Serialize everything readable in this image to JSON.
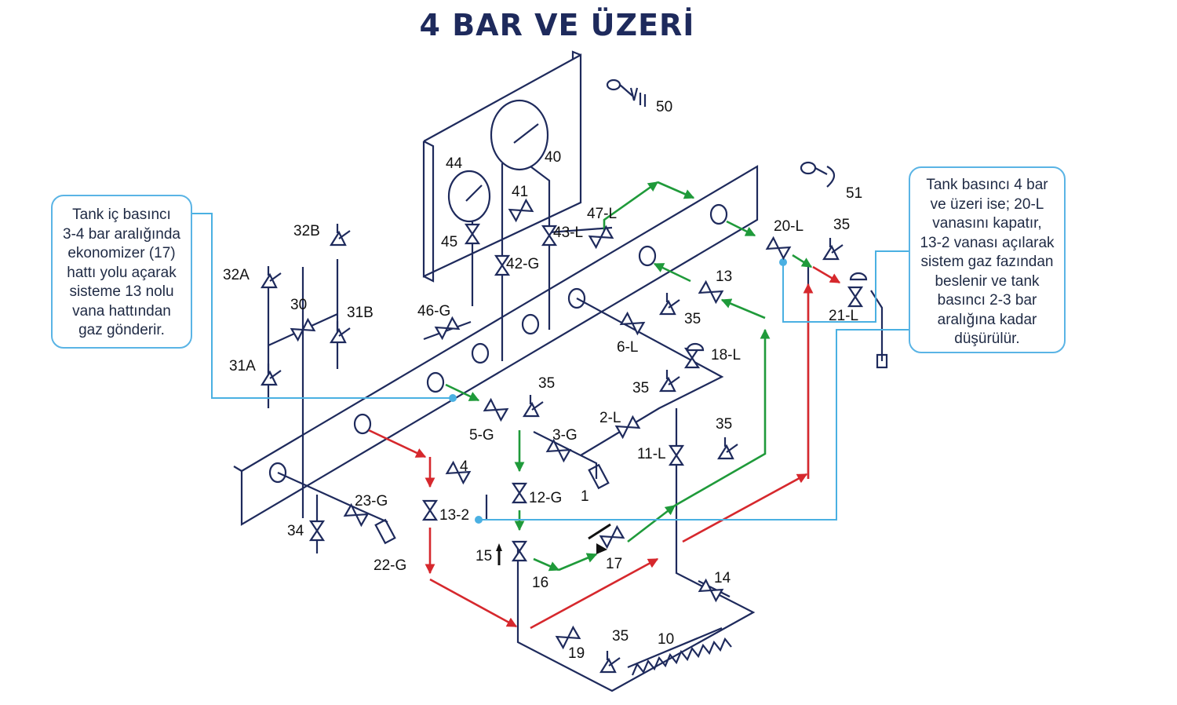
{
  "title": "4 BAR VE ÜZERİ",
  "notes": {
    "left": [
      "Tank iç basıncı",
      "3-4 bar aralığında",
      "ekonomizer (17)",
      "hattı yolu açarak",
      "sisteme 13 nolu",
      "vana hattından",
      "gaz gönderir."
    ],
    "right": [
      "Tank basıncı 4 bar",
      "ve üzeri ise; 20-L",
      "vanasını kapatır,",
      "13-2 vanası açılarak",
      "sistem gaz fazından",
      "beslenir ve tank",
      "basıncı 2-3 bar",
      "aralığına kadar",
      "düşürülür."
    ]
  },
  "labels": {
    "l50": "50",
    "l51": "51",
    "l44": "44",
    "l40": "40",
    "l41": "41",
    "l45": "45",
    "l43L": "43-L",
    "l42G": "42-G",
    "l47L": "47-L",
    "l46G": "46-G",
    "l32B": "32B",
    "l32A": "32A",
    "l30": "30",
    "l31B": "31B",
    "l31A": "31A",
    "l20L": "20-L",
    "l35a": "35",
    "l21L": "21-L",
    "l13": "13",
    "l35b": "35",
    "l6L": "6-L",
    "l18L": "18-L",
    "l35c": "35",
    "l35d": "35",
    "l3G": "3-G",
    "l2L": "2-L",
    "l5G": "5-G",
    "l35e": "35",
    "l11L": "11-L",
    "l4": "4",
    "l1": "1",
    "l12G": "12-G",
    "l13_2": "13-2",
    "l23G": "23-G",
    "l34": "34",
    "l22G": "22-G",
    "l15": "15",
    "l16": "16",
    "l17": "17",
    "l14": "14",
    "l35f": "35",
    "l10": "10",
    "l19": "19"
  },
  "colors": {
    "frame": "#1e2a5c",
    "gas_line": "#1f9a3a",
    "liquid_line": "#d6282d",
    "callout": "#4ab0e2",
    "title": "#1e2a5c"
  }
}
